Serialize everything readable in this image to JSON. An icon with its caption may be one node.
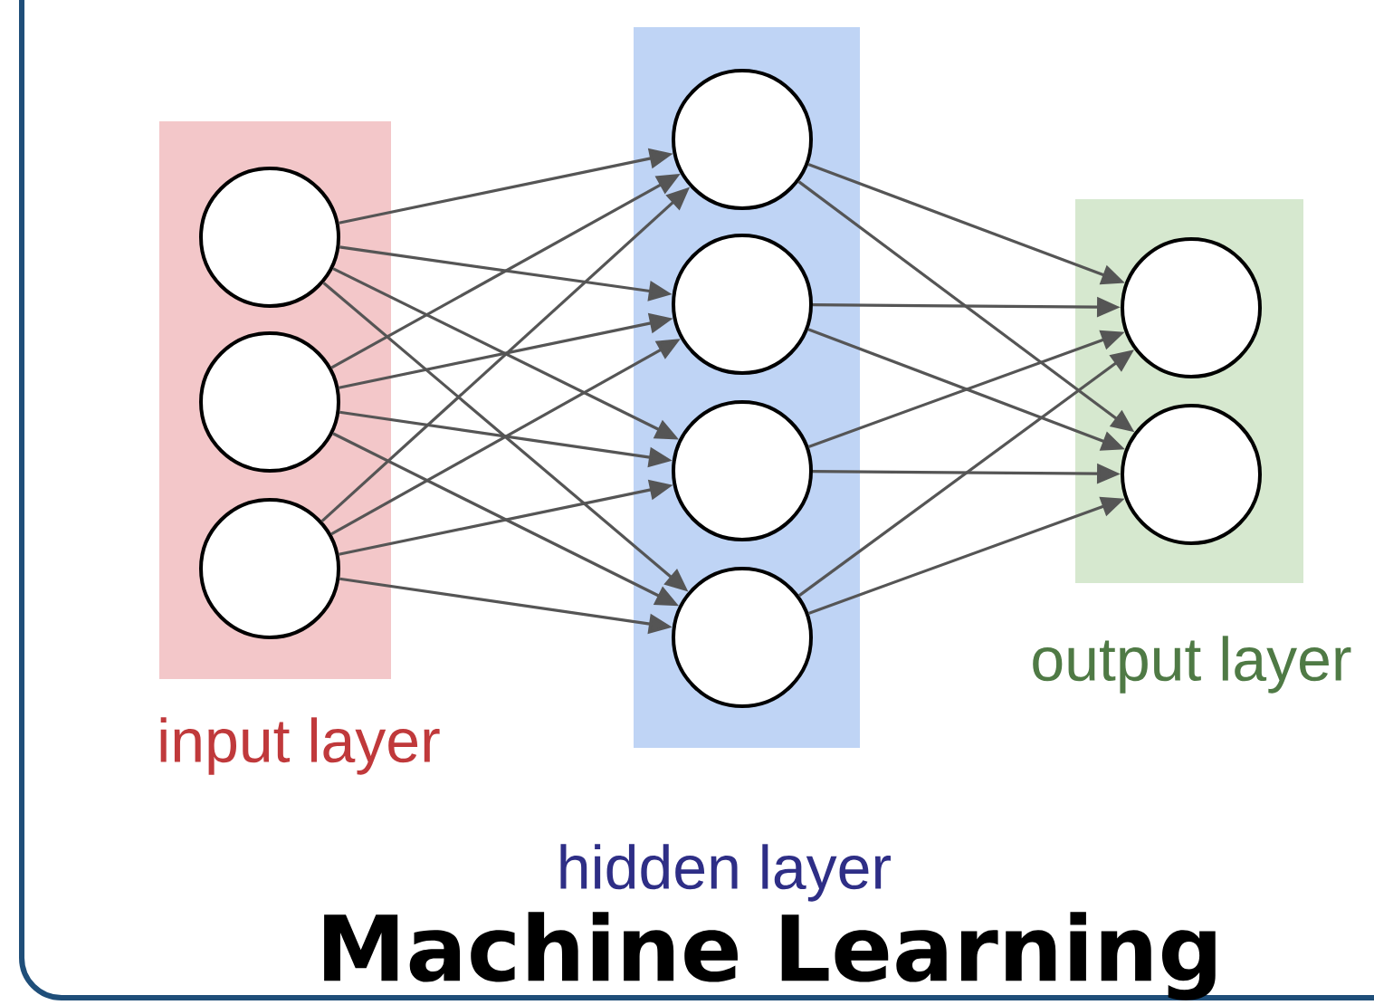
{
  "diagram": {
    "title": "Machine Learning",
    "nodes": [
      {
        "text": [
          "input layer"
        ]
      },
      {
        "text": [],
        "shape": "circle",
        "in": 0
      },
      {
        "text": [],
        "shape": "circle",
        "in": 0
      },
      {
        "text": [],
        "shape": "circle",
        "in": 0
      },
      {
        "text": [
          "hidden layer"
        ]
      },
      {
        "text": [],
        "shape": "circle",
        "in": 4
      },
      {
        "text": [],
        "shape": "circle",
        "in": 4
      },
      {
        "text": [],
        "shape": "circle",
        "in": 4
      },
      {
        "text": [],
        "shape": "circle",
        "in": 4
      },
      {
        "text": [
          "output layer"
        ]
      },
      {
        "text": [],
        "shape": "circle",
        "in": 9
      },
      {
        "text": [],
        "shape": "circle",
        "in": 9
      }
    ],
    "edges": [
      {
        "from": 1,
        "to": 5,
        "arrow": "to"
      },
      {
        "from": 1,
        "to": 6,
        "arrow": "to"
      },
      {
        "from": 1,
        "to": 7,
        "arrow": "to"
      },
      {
        "from": 1,
        "to": 8,
        "arrow": "to"
      },
      {
        "from": 2,
        "to": 5,
        "arrow": "to"
      },
      {
        "from": 2,
        "to": 6,
        "arrow": "to"
      },
      {
        "from": 2,
        "to": 7,
        "arrow": "to"
      },
      {
        "from": 2,
        "to": 8,
        "arrow": "to"
      },
      {
        "from": 3,
        "to": 5,
        "arrow": "to"
      },
      {
        "from": 3,
        "to": 6,
        "arrow": "to"
      },
      {
        "from": 3,
        "to": 7,
        "arrow": "to"
      },
      {
        "from": 3,
        "to": 8,
        "arrow": "to"
      },
      {
        "from": 5,
        "to": 10,
        "arrow": "to"
      },
      {
        "from": 5,
        "to": 11,
        "arrow": "to"
      },
      {
        "from": 6,
        "to": 10,
        "arrow": "to"
      },
      {
        "from": 6,
        "to": 11,
        "arrow": "to"
      },
      {
        "from": 7,
        "to": 10,
        "arrow": "to"
      },
      {
        "from": 7,
        "to": 11,
        "arrow": "to"
      },
      {
        "from": 8,
        "to": 10,
        "arrow": "to"
      },
      {
        "from": 8,
        "to": 11,
        "arrow": "to"
      }
    ]
  }
}
